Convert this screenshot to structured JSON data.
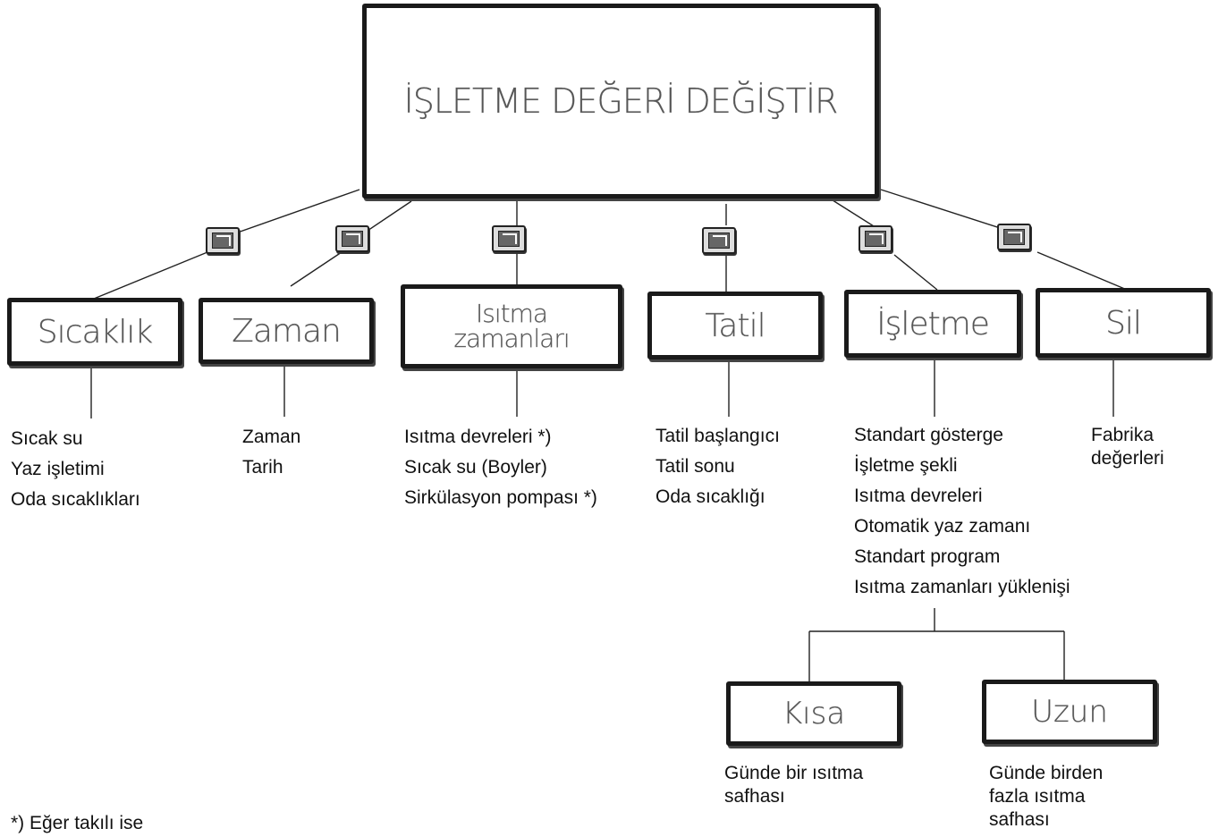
{
  "title": "İŞLETME DEĞERİ DEĞİŞTİR",
  "categories": [
    {
      "label": "Sıcaklık",
      "items": [
        "Sıcak su",
        "Yaz işletimi",
        "Oda sıcaklıkları"
      ]
    },
    {
      "label": "Zaman",
      "items": [
        "Zaman",
        "Tarih"
      ]
    },
    {
      "label_line1": "Isıtma",
      "label_line2": "zamanları",
      "items": [
        "Isıtma devreleri *)",
        "Sıcak su (Boyler)",
        "Sirkülasyon pompası *)"
      ]
    },
    {
      "label": "Tatil",
      "items": [
        "Tatil başlangıcı",
        "Tatil sonu",
        "Oda sıcaklığı"
      ]
    },
    {
      "label": "İşletme",
      "items": [
        "Standart gösterge",
        "İşletme şekli",
        "Isıtma devreleri",
        "Otomatik yaz zamanı",
        "Standart program",
        "Isıtma zamanları yüklenişi"
      ]
    },
    {
      "label": "Sil",
      "items": [
        "Fabrika",
        "değerleri"
      ]
    }
  ],
  "sub": [
    {
      "label": "Kısa",
      "desc": [
        "Günde bir ısıtma",
        "safhası"
      ]
    },
    {
      "label": "Uzun",
      "desc": [
        "Günde birden",
        "fazla ısıtma",
        "safhası"
      ]
    }
  ],
  "footnote": "*) Eğer takılı ise",
  "icons": {
    "key": "enter-key-icon"
  }
}
